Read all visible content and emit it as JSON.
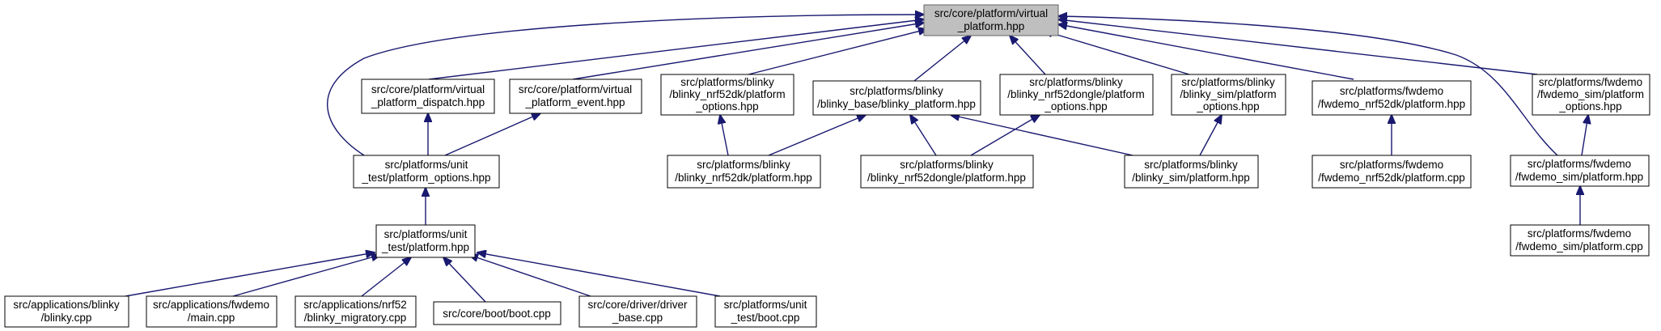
{
  "colors": {
    "edge": "#191970",
    "root_fill": "#bfbfbf",
    "node_fill": "#ffffff",
    "node_border": "#000000"
  },
  "nodes": [
    {
      "id": "root",
      "lines": [
        "src/core/platform/virtual",
        "_platform.hpp"
      ],
      "root": true
    },
    {
      "id": "dispatch",
      "lines": [
        "src/core/platform/virtual",
        "_platform_dispatch.hpp"
      ]
    },
    {
      "id": "event",
      "lines": [
        "src/core/platform/virtual",
        "_platform_event.hpp"
      ]
    },
    {
      "id": "nrf52dk_opts",
      "lines": [
        "src/platforms/blinky",
        "/blinky_nrf52dk/platform",
        "_options.hpp"
      ]
    },
    {
      "id": "blinky_base",
      "lines": [
        "src/platforms/blinky",
        "/blinky_base/blinky_platform.hpp"
      ]
    },
    {
      "id": "dongle_opts",
      "lines": [
        "src/platforms/blinky",
        "/blinky_nrf52dongle/platform",
        "_options.hpp"
      ]
    },
    {
      "id": "sim_opts",
      "lines": [
        "src/platforms/blinky",
        "/blinky_sim/platform",
        "_options.hpp"
      ]
    },
    {
      "id": "fw_nrf_plat",
      "lines": [
        "src/platforms/fwdemo",
        "/fwdemo_nrf52dk/platform.hpp"
      ]
    },
    {
      "id": "fw_sim_opts",
      "lines": [
        "src/platforms/fwdemo",
        "/fwdemo_sim/platform",
        "_options.hpp"
      ]
    },
    {
      "id": "ut_opts",
      "lines": [
        "src/platforms/unit",
        "_test/platform_options.hpp"
      ]
    },
    {
      "id": "nrf52dk_plat",
      "lines": [
        "src/platforms/blinky",
        "/blinky_nrf52dk/platform.hpp"
      ]
    },
    {
      "id": "dongle_plat",
      "lines": [
        "src/platforms/blinky",
        "/blinky_nrf52dongle/platform.hpp"
      ]
    },
    {
      "id": "sim_plat",
      "lines": [
        "src/platforms/blinky",
        "/blinky_sim/platform.hpp"
      ]
    },
    {
      "id": "fw_nrf_cpp",
      "lines": [
        "src/platforms/fwdemo",
        "/fwdemo_nrf52dk/platform.cpp"
      ]
    },
    {
      "id": "fw_sim_plat",
      "lines": [
        "src/platforms/fwdemo",
        "/fwdemo_sim/platform.hpp"
      ]
    },
    {
      "id": "ut_plat",
      "lines": [
        "src/platforms/unit",
        "_test/platform.hpp"
      ]
    },
    {
      "id": "fw_sim_cpp",
      "lines": [
        "src/platforms/fwdemo",
        "/fwdemo_sim/platform.cpp"
      ]
    },
    {
      "id": "blinky_cpp",
      "lines": [
        "src/applications/blinky",
        "/blinky.cpp"
      ]
    },
    {
      "id": "main_cpp",
      "lines": [
        "src/applications/fwdemo",
        "/main.cpp"
      ]
    },
    {
      "id": "migratory_cpp",
      "lines": [
        "src/applications/nrf52",
        "/blinky_migratory.cpp"
      ]
    },
    {
      "id": "boot_cpp",
      "lines": [
        "src/core/boot/boot.cpp"
      ]
    },
    {
      "id": "driver_cpp",
      "lines": [
        "src/core/driver/driver",
        "_base.cpp"
      ]
    },
    {
      "id": "ut_boot",
      "lines": [
        "src/platforms/unit",
        "_test/boot.cpp"
      ]
    }
  ]
}
